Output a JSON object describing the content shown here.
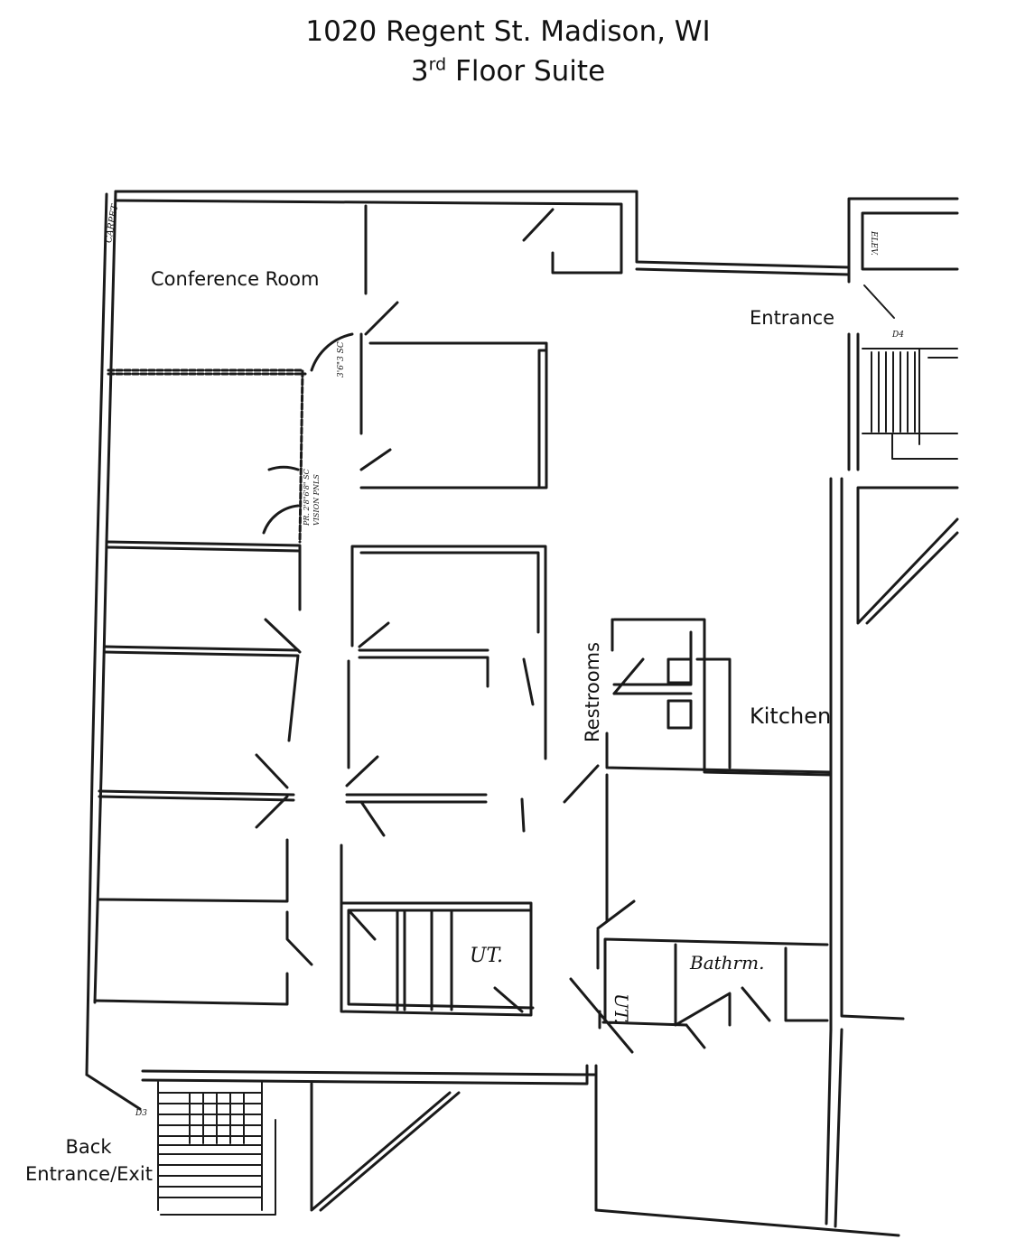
{
  "header": {
    "address": "1020 Regent St. Madison, WI",
    "floor_number": "3",
    "floor_suffix": "rd",
    "floor_rest": " Floor Suite"
  },
  "rooms": {
    "conference": "Conference Room",
    "entrance": "Entrance",
    "restrooms": "Restrooms",
    "kitchen": "Kitchen",
    "back_line1": "Back",
    "back_line2": "Entrance/Exit"
  },
  "sketch_notes": {
    "ut_left": "UT.",
    "ut_right": "UT.",
    "bathroom": "Bathrm.",
    "elevator": "ELEV.",
    "door_note_1": "3'6\"3 SC",
    "door_note_2": "PR. 2'8\"6'8\" SC",
    "door_note_3": "VISION PNLS",
    "stair_tag_top": "D4",
    "stair_tag_back": "D3",
    "corner_note": "CARPET"
  }
}
